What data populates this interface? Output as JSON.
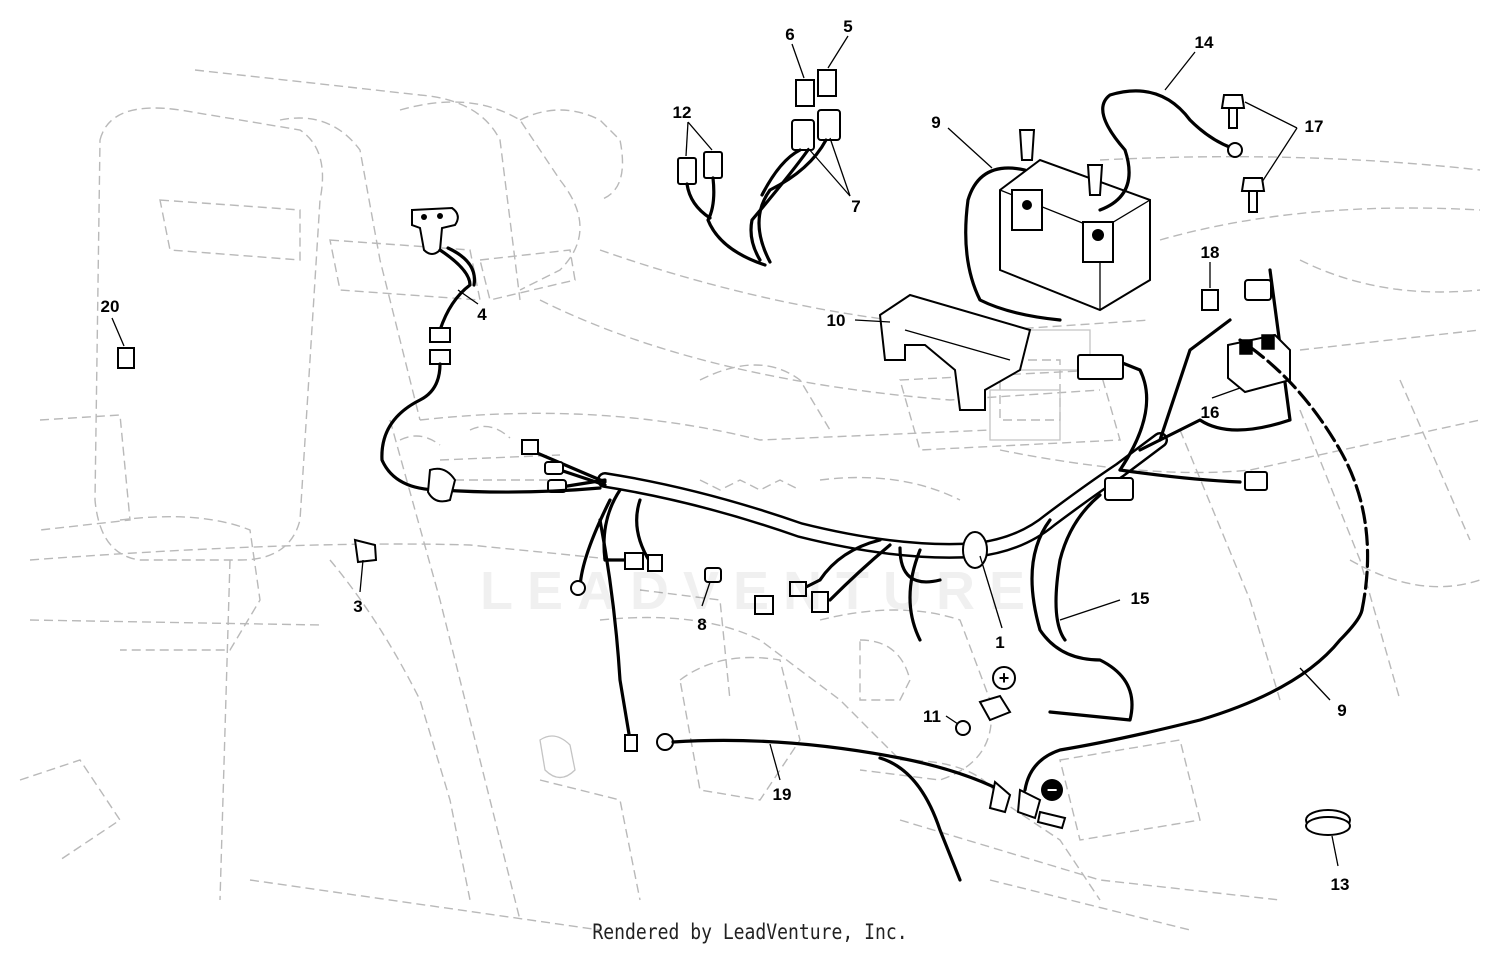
{
  "callouts": [
    {
      "id": "c1",
      "label": "1"
    },
    {
      "id": "c3",
      "label": "3"
    },
    {
      "id": "c4",
      "label": "4"
    },
    {
      "id": "c5",
      "label": "5"
    },
    {
      "id": "c6",
      "label": "6"
    },
    {
      "id": "c7",
      "label": "7"
    },
    {
      "id": "c8",
      "label": "8"
    },
    {
      "id": "c9a",
      "label": "9"
    },
    {
      "id": "c9b",
      "label": "9"
    },
    {
      "id": "c10",
      "label": "10"
    },
    {
      "id": "c11",
      "label": "11"
    },
    {
      "id": "c12",
      "label": "12"
    },
    {
      "id": "c13",
      "label": "13"
    },
    {
      "id": "c14",
      "label": "14"
    },
    {
      "id": "c15",
      "label": "15"
    },
    {
      "id": "c16",
      "label": "16"
    },
    {
      "id": "c17",
      "label": "17"
    },
    {
      "id": "c18",
      "label": "18"
    },
    {
      "id": "c19",
      "label": "19"
    },
    {
      "id": "c20",
      "label": "20"
    }
  ],
  "polarity": {
    "plus": "+",
    "minus": "−"
  },
  "watermark": "LEADVENTURE",
  "credit": "Rendered by LeadVenture, Inc."
}
